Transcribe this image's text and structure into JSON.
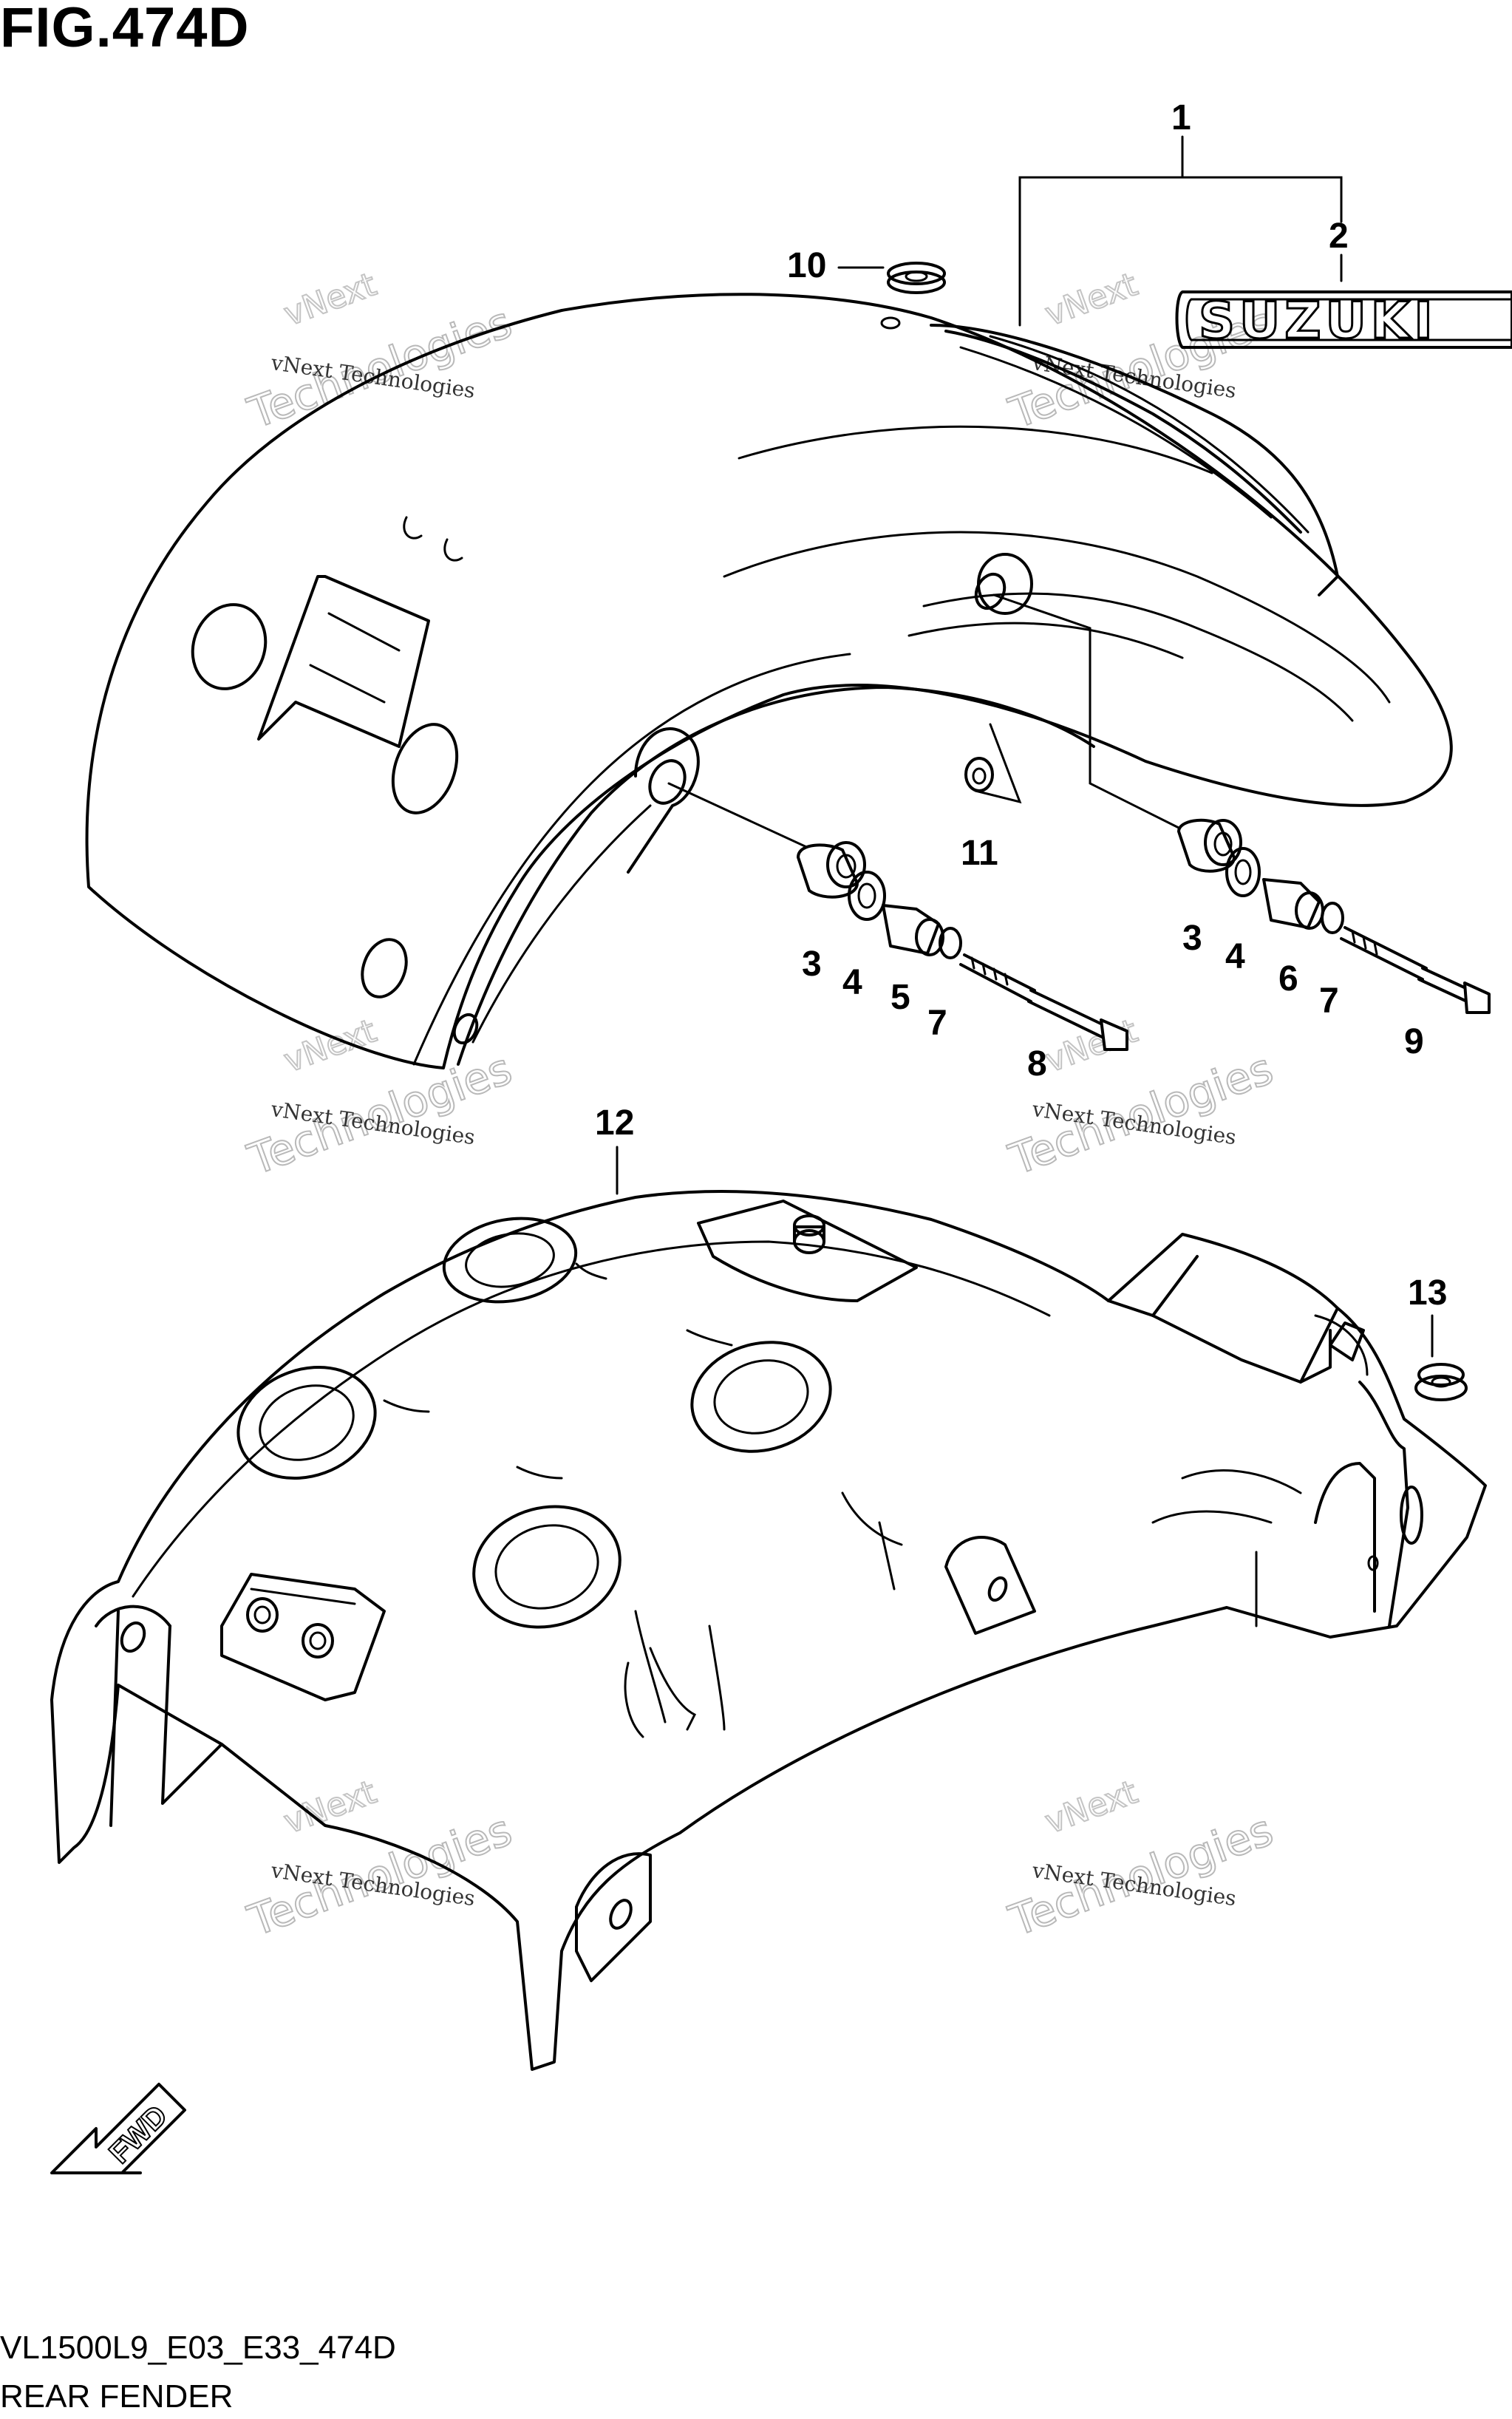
{
  "figure_title": "FIG.474D",
  "footer": {
    "model_code": "VL1500L9_E03_E33_474D",
    "section_name": "REAR FENDER"
  },
  "emblem_text": "SUZUKI",
  "fwd_label": "FWD",
  "watermark": {
    "line1": "vNext Technologies",
    "line2": "Technologies",
    "line3": "vNext"
  },
  "callouts": [
    {
      "id": "1",
      "label": "1"
    },
    {
      "id": "2",
      "label": "2"
    },
    {
      "id": "3a",
      "label": "3"
    },
    {
      "id": "3b",
      "label": "3"
    },
    {
      "id": "4a",
      "label": "4"
    },
    {
      "id": "4b",
      "label": "4"
    },
    {
      "id": "5",
      "label": "5"
    },
    {
      "id": "6",
      "label": "6"
    },
    {
      "id": "7a",
      "label": "7"
    },
    {
      "id": "7b",
      "label": "7"
    },
    {
      "id": "8",
      "label": "8"
    },
    {
      "id": "9",
      "label": "9"
    },
    {
      "id": "10",
      "label": "10"
    },
    {
      "id": "11",
      "label": "11"
    },
    {
      "id": "12",
      "label": "12"
    },
    {
      "id": "13",
      "label": "13"
    }
  ]
}
